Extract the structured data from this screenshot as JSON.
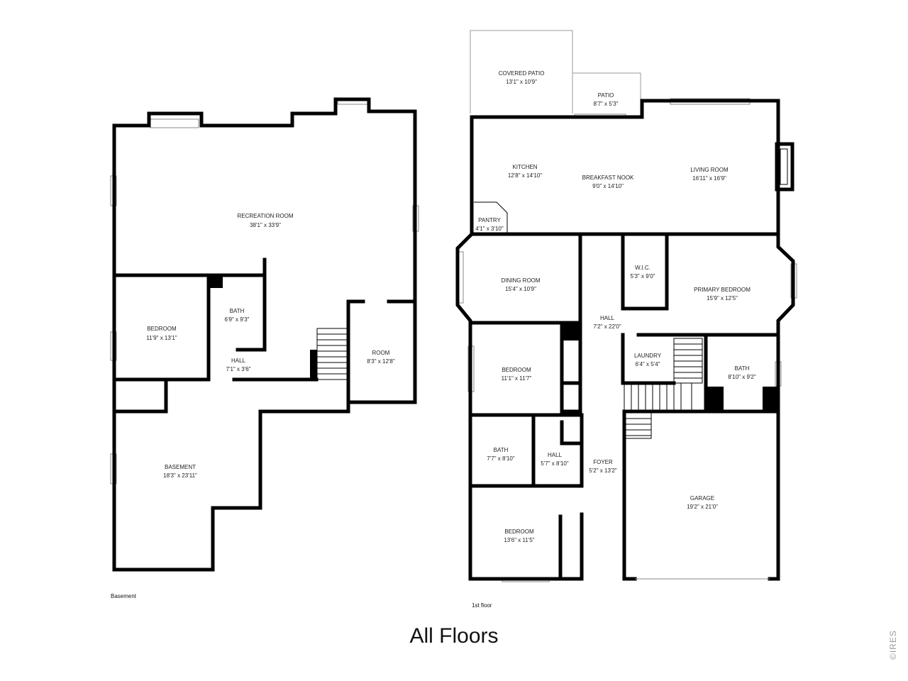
{
  "title": "All Floors",
  "watermark": "©IRES",
  "floors": [
    {
      "label": "Basement",
      "rooms": [
        {
          "name": "RECREATION ROOM",
          "size": "38'1\" x 33'9\""
        },
        {
          "name": "BEDROOM",
          "size": "11'9\" x 13'1\""
        },
        {
          "name": "BATH",
          "size": "6'9\" x 9'3\""
        },
        {
          "name": "HALL",
          "size": "7'1\" x 3'6\""
        },
        {
          "name": "ROOM",
          "size": "8'3\" x 12'8\""
        },
        {
          "name": "BASEMENT",
          "size": "18'3\" x 23'11\""
        }
      ]
    },
    {
      "label": "1st floor",
      "rooms": [
        {
          "name": "COVERED PATIO",
          "size": "13'1\" x 10'9\""
        },
        {
          "name": "PATIO",
          "size": "8'7\" x 5'3\""
        },
        {
          "name": "KITCHEN",
          "size": "12'8\" x 14'10\""
        },
        {
          "name": "BREAKFAST NOOK",
          "size": "9'0\" x 14'10\""
        },
        {
          "name": "LIVING ROOM",
          "size": "16'11\" x 16'9\""
        },
        {
          "name": "PANTRY",
          "size": "4'1\" x 3'10\""
        },
        {
          "name": "DINING ROOM",
          "size": "15'4\" x 10'9\""
        },
        {
          "name": "W.I.C.",
          "size": "5'3\" x 9'0\""
        },
        {
          "name": "PRIMARY BEDROOM",
          "size": "15'9\" x 12'5\""
        },
        {
          "name": "HALL",
          "size": "7'2\" x 22'0\""
        },
        {
          "name": "BEDROOM",
          "size": "11'1\" x 11'7\""
        },
        {
          "name": "LAUNDRY",
          "size": "6'4\" x 5'4\""
        },
        {
          "name": "BATH",
          "size": "8'10\" x 9'2\""
        },
        {
          "name": "BATH",
          "size": "7'7\" x 8'10\""
        },
        {
          "name": "HALL",
          "size": "5'7\" x 8'10\""
        },
        {
          "name": "FOYER",
          "size": "5'2\" x 13'2\""
        },
        {
          "name": "GARAGE",
          "size": "19'2\" x 21'0\""
        },
        {
          "name": "BEDROOM",
          "size": "13'6\" x 11'5\""
        }
      ]
    }
  ]
}
